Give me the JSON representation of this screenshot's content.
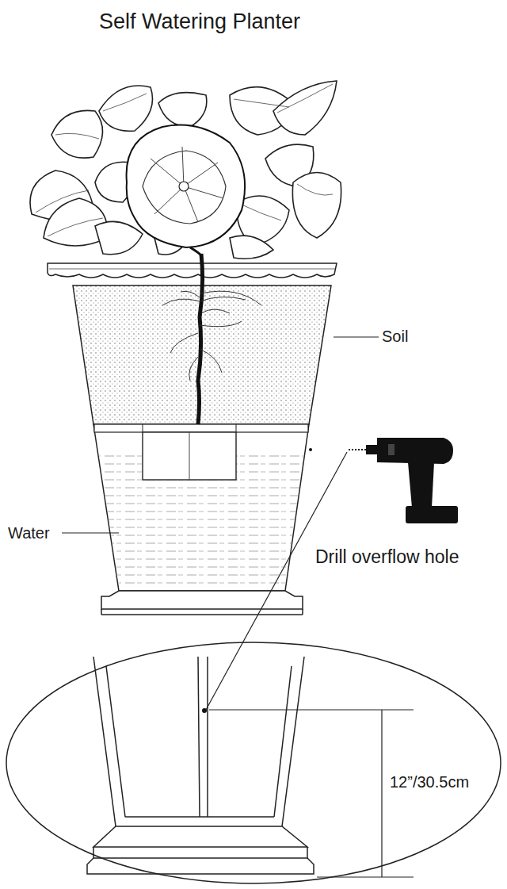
{
  "diagram": {
    "title": "Self Watering Planter",
    "labels": [
      "Soil",
      "Water",
      "Drill overflow hole",
      "12”/30.5cm"
    ]
  }
}
